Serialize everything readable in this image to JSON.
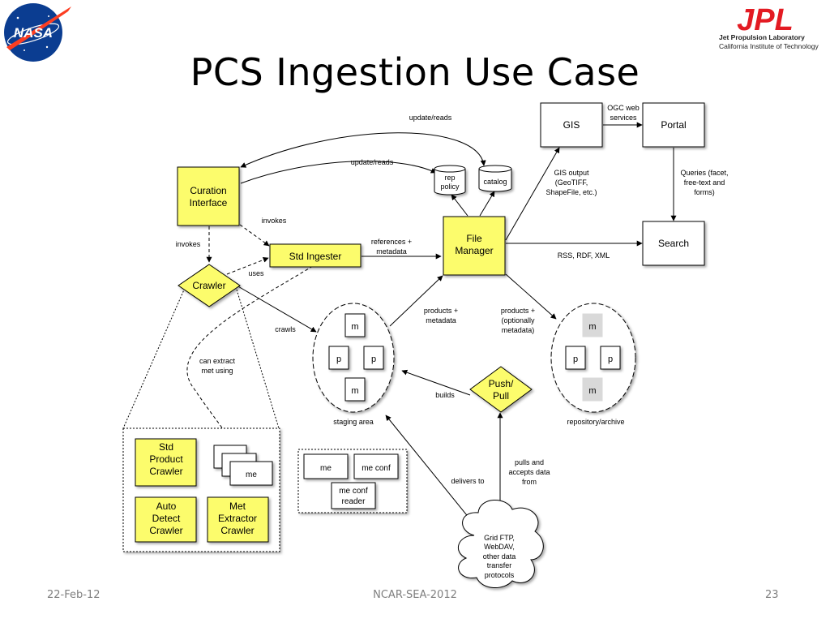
{
  "header": {
    "nasa_logo_text": "NASA",
    "jpl_logo_text": "JPL",
    "jpl_line1": "Jet Propulsion Laboratory",
    "jpl_line2": "California Institute of Technology"
  },
  "title": "PCS Ingestion Use Case",
  "footer": {
    "date": "22-Feb-12",
    "event": "NCAR-SEA-2012",
    "page": "23"
  },
  "nodes": {
    "curation_interface": [
      "Curation",
      "Interface"
    ],
    "std_ingester": "Std Ingester",
    "crawler": "Crawler",
    "file_manager": [
      "File",
      "Manager"
    ],
    "rep_policy": [
      "rep",
      "policy"
    ],
    "catalog": "catalog",
    "gis": "GIS",
    "portal": "Portal",
    "search": "Search",
    "push_pull": [
      "Push/",
      "Pull"
    ],
    "staging": {
      "m1": "m",
      "p1": "p",
      "p2": "p",
      "m2": "m",
      "label": "staging area"
    },
    "archive": {
      "m1": "m",
      "p1": "p",
      "p2": "p",
      "m2": "m",
      "label": "repository/archive"
    },
    "std_product_crawler": [
      "Std",
      "Product",
      "Crawler"
    ],
    "auto_detect_crawler": [
      "Auto",
      "Detect",
      "Crawler"
    ],
    "met_extractor_crawler": [
      "Met",
      "Extractor",
      "Crawler"
    ],
    "me_stack": "me",
    "me_box": "me",
    "me_conf": "me conf",
    "me_conf_reader": [
      "me conf",
      "reader"
    ],
    "grid_ftp": [
      "Grid FTP,",
      "WebDAV,",
      "other data",
      "transfer",
      "protocols"
    ]
  },
  "labels": {
    "update_reads_1": "update/reads",
    "update_reads_2": "update/reads",
    "invokes_1": "invokes",
    "invokes_2": "invokes",
    "uses_1": "uses",
    "references_metadata": [
      "references +",
      "metadata"
    ],
    "crawls": "crawls",
    "can_extract": [
      "can extract",
      "met using"
    ],
    "products_metadata": [
      "products +",
      "metadata"
    ],
    "products_optionally": [
      "products +",
      "(optionally",
      "metadata)"
    ],
    "ogc": [
      "OGC web",
      "services"
    ],
    "gis_output": [
      "GIS output",
      "(GeoTIFF,",
      "ShapeFile, etc.)"
    ],
    "queries": [
      "Queries (facet,",
      "free-text and",
      "forms)"
    ],
    "rss": "RSS, RDF, XML",
    "builds": "builds",
    "delivers_to": "delivers to",
    "pulls_accepts": [
      "pulls and",
      "accepts data",
      "from"
    ],
    "uses_2": "uses",
    "uses_3": "uses"
  },
  "colors": {
    "yellow_fill": "#fcfc6c",
    "white_fill": "#ffffff",
    "gray_fill": "#d9d9d9",
    "stroke": "#000000",
    "footer_text": "#7f7f7f",
    "nasa_blue": "#0b3d91",
    "nasa_red": "#fc3d21",
    "jpl_red": "#e31b23"
  }
}
